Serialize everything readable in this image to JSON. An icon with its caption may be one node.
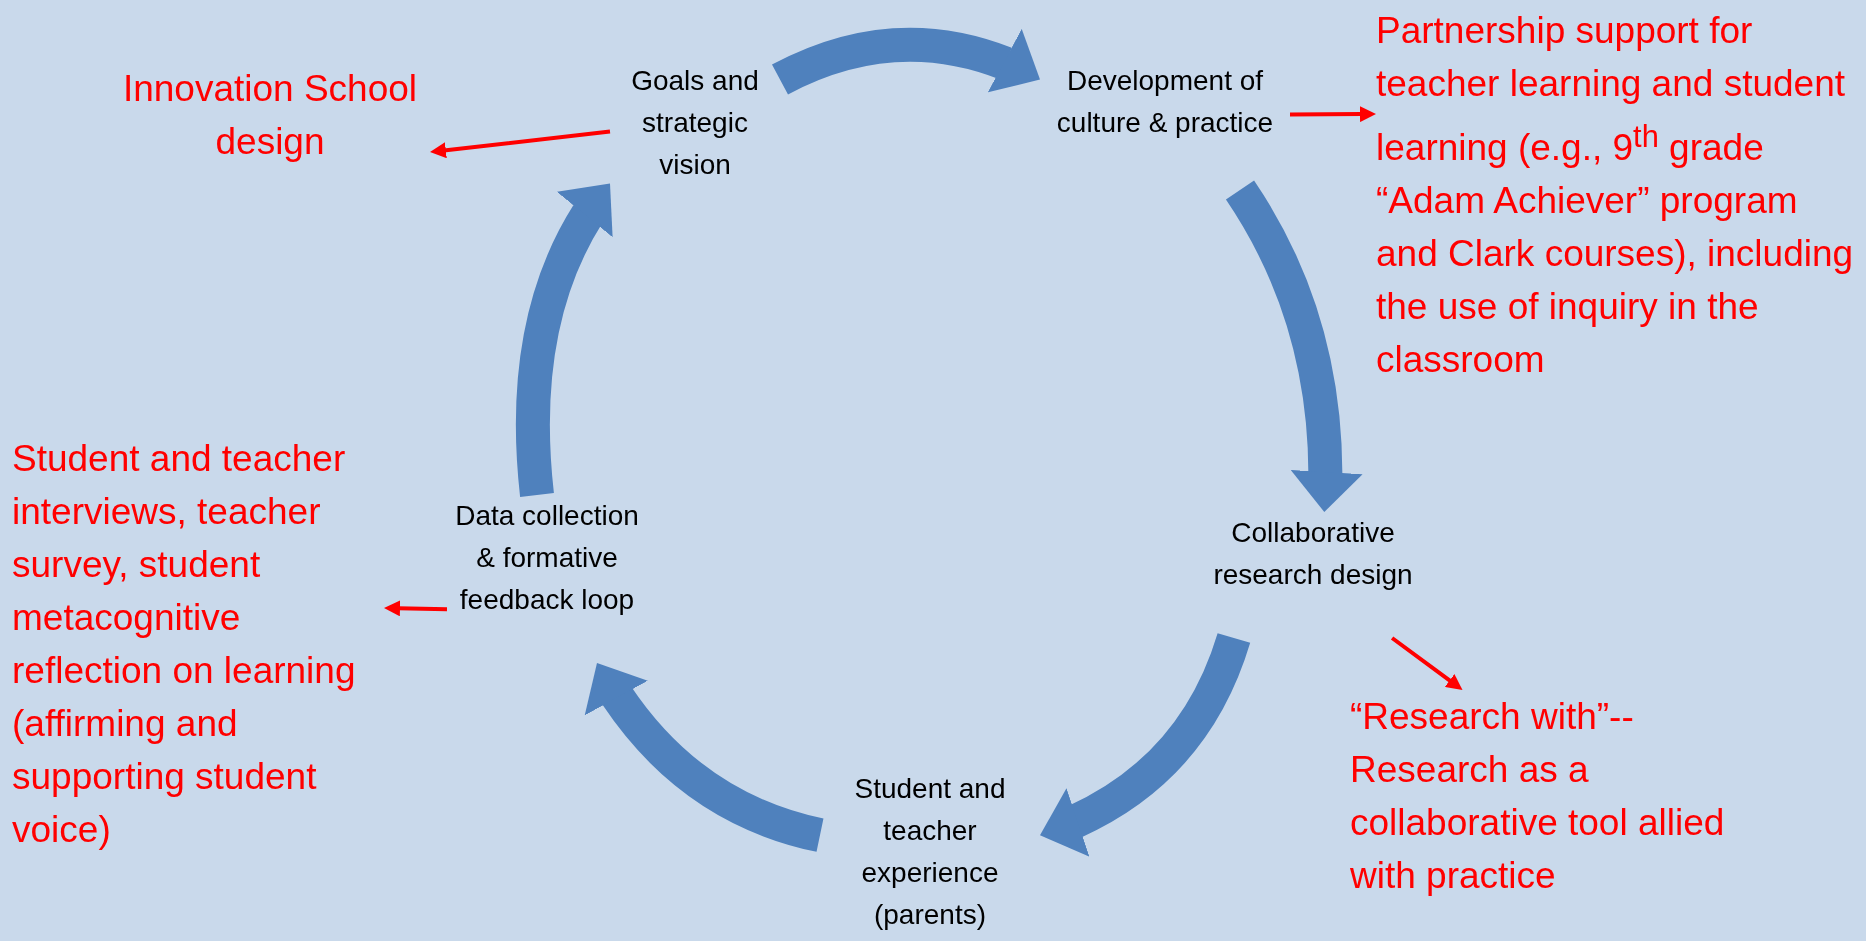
{
  "diagram": {
    "nodes": [
      {
        "text": [
          "Goals and strategic vision"
        ]
      },
      {
        "text": [
          "Development of culture & practice"
        ]
      },
      {
        "text": [
          "Collaborative research design"
        ]
      },
      {
        "text": [
          "Student and teacher experience (parents)"
        ]
      },
      {
        "text": [
          "Data collection & formative feedback loop"
        ]
      },
      {
        "text": [
          "Innovation School design"
        ]
      },
      {
        "text": [
          "Partnership support for teacher learning and student learning (e.g., 9$^{th}$ grade  “Adam Achiever” program and Clark courses), including the use of inquiry in the classroom"
        ]
      },
      {
        "text": [
          "“Research with”-- Research as a collaborative tool allied with practice"
        ]
      },
      {
        "text": [
          "Student and teacher interviews, teacher survey, student metacognitive reflection on learning (affirming and supporting student voice)"
        ]
      }
    ],
    "edges": [
      {
        "from": 0,
        "to": 1,
        "arrow": "to"
      },
      {
        "from": 1,
        "to": 2,
        "arrow": "to"
      },
      {
        "from": 2,
        "to": 3,
        "arrow": "to"
      },
      {
        "from": 3,
        "to": 4,
        "arrow": "to"
      },
      {
        "from": 4,
        "to": 0,
        "arrow": "to"
      },
      {
        "from": 0,
        "to": 5,
        "arrow": "to",
        "color": "#ff0000"
      },
      {
        "from": 1,
        "to": 6,
        "arrow": "to",
        "color": "#ff0000"
      },
      {
        "from": 2,
        "to": 7,
        "arrow": "to",
        "color": "#ff0000"
      },
      {
        "from": 4,
        "to": 8,
        "arrow": "to",
        "color": "#ff0000"
      }
    ]
  }
}
